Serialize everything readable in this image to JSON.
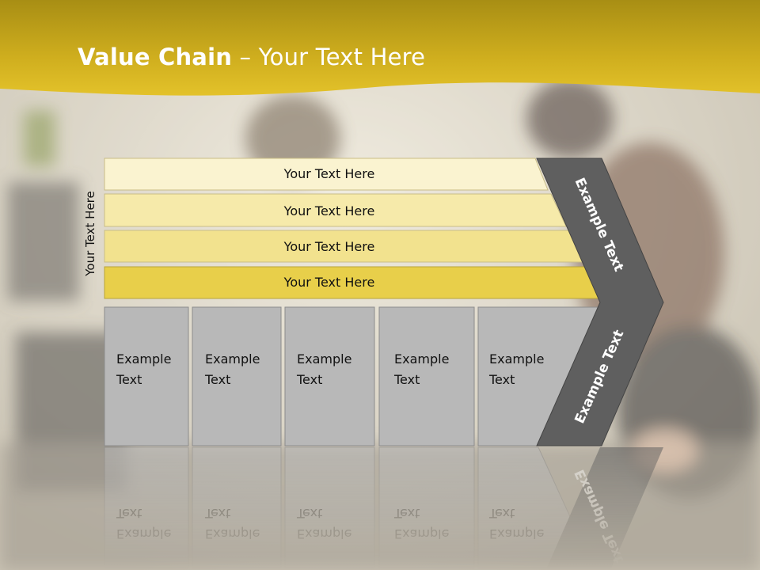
{
  "slide": {
    "title_bold": "Value Chain",
    "title_rest": " – Your Text Here"
  },
  "diagram": {
    "side_label": "Your Text Here",
    "rows": [
      {
        "label": "Your Text Here",
        "color": "#faf3d0"
      },
      {
        "label": "Your Text Here",
        "color": "#f6eaaa"
      },
      {
        "label": "Your Text Here",
        "color": "#f2e28e"
      },
      {
        "label": "Your Text Here",
        "color": "#e8cf4a"
      }
    ],
    "columns": [
      {
        "label": "Example\nText"
      },
      {
        "label": "Example\nText"
      },
      {
        "label": "Example\nText"
      },
      {
        "label": "Example\nText"
      },
      {
        "label": "Example\nText"
      }
    ],
    "chevron_upper_label": "Example Text",
    "chevron_lower_label": "Example Text"
  },
  "colors": {
    "header_gold": "#c9a820",
    "column_gray": "#b8b8b8",
    "chevron_dark": "#5f5f5f"
  }
}
